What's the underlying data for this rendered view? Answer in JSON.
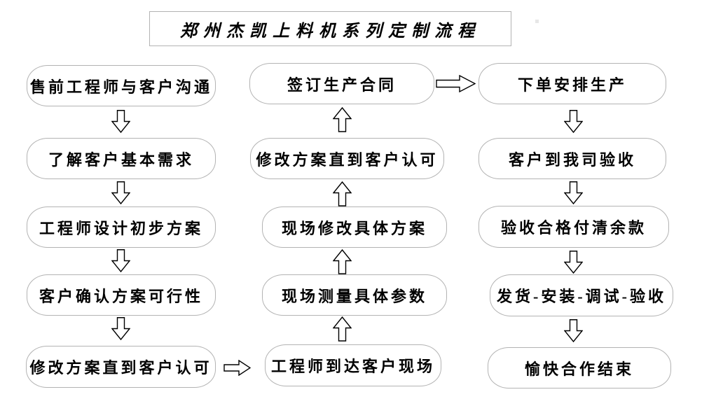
{
  "page": {
    "background": "#ffffff"
  },
  "title": {
    "label": "郑州杰凯上料机系列定制流程"
  },
  "colors": {
    "box_border": "#b3b3b3",
    "text": "#000000",
    "arrow_outline": "#000000",
    "arrow_fill": "#ffffff"
  },
  "flow": {
    "left_column": {
      "direction": "top-to-bottom",
      "nodes": [
        "售前工程师与客户沟通",
        "了解客户基本需求",
        "工程师设计初步方案",
        "客户确认方案可行性",
        "修改方案直到客户认可"
      ]
    },
    "middle_column": {
      "direction": "bottom-to-top",
      "nodes": [
        "签订生产合同",
        "修改方案直到客户认可",
        "现场修改具体方案",
        "现场测量具体参数",
        "工程师到达客户现场"
      ]
    },
    "right_column": {
      "direction": "top-to-bottom",
      "nodes": [
        "下单安排生产",
        "客户到我司验收",
        "验收合格付清余款",
        "发货-安装-调试-验收",
        "愉快合作结束"
      ]
    },
    "connectors": [
      {
        "from": "修改方案直到客户认可",
        "to": "工程师到达客户现场",
        "direction": "right"
      },
      {
        "from": "签订生产合同",
        "to": "下单安排生产",
        "direction": "right"
      }
    ]
  }
}
